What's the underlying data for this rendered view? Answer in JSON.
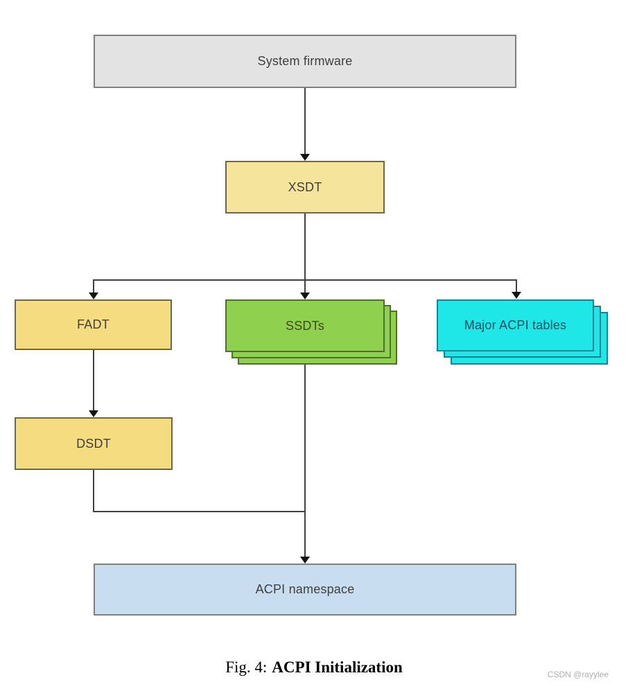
{
  "figure": {
    "caption_prefix": "Fig. 4:",
    "caption_title": "ACPI Initialization",
    "watermark": "CSDN @rayylee"
  },
  "diagram": {
    "type": "flowchart",
    "title": "ACPI Initialization",
    "nodes": [
      {
        "id": "system-firmware",
        "label": "System firmware",
        "shape": "rect",
        "fill": "#e3e3e3",
        "border": "#7f7f7f",
        "text_color": "#3f3f3f"
      },
      {
        "id": "xsdt",
        "label": "XSDT",
        "shape": "rect",
        "fill": "#f5e49b",
        "border": "#6b6747",
        "text_color": "#3f3f3f"
      },
      {
        "id": "fadt",
        "label": "FADT",
        "shape": "rect",
        "fill": "#f6dc80",
        "border": "#6b6747",
        "text_color": "#3f3f3f"
      },
      {
        "id": "ssdts",
        "label": "SSDTs",
        "shape": "stacked-rect",
        "stack_count": 3,
        "fill": "#8fd14f",
        "border": "#4f6f2f",
        "text_color": "#3c4a1e"
      },
      {
        "id": "major-acpi-tables",
        "label": "Major ACPI tables",
        "shape": "stacked-rect",
        "stack_count": 3,
        "fill": "#1fe7e7",
        "border": "#1d7f93",
        "text_color": "#16505e"
      },
      {
        "id": "dsdt",
        "label": "DSDT",
        "shape": "rect",
        "fill": "#f6dc80",
        "border": "#6b6747",
        "text_color": "#3f3f3f"
      },
      {
        "id": "acpi-namespace",
        "label": "ACPI namespace",
        "shape": "rect",
        "fill": "#c9ddf1",
        "border": "#7f7f7f",
        "text_color": "#3f3f3f"
      }
    ],
    "edges": [
      {
        "from": "system-firmware",
        "to": "xsdt",
        "arrow": true
      },
      {
        "from": "xsdt",
        "to": "fadt",
        "arrow": true
      },
      {
        "from": "xsdt",
        "to": "ssdts",
        "arrow": true
      },
      {
        "from": "xsdt",
        "to": "major-acpi-tables",
        "arrow": true
      },
      {
        "from": "fadt",
        "to": "dsdt",
        "arrow": true
      },
      {
        "from": "dsdt",
        "to": "acpi-namespace",
        "arrow": true,
        "note": "merges with ssdts line before arrow"
      },
      {
        "from": "ssdts",
        "to": "acpi-namespace",
        "arrow": true
      }
    ],
    "connector_color": "#3f3f3f"
  }
}
